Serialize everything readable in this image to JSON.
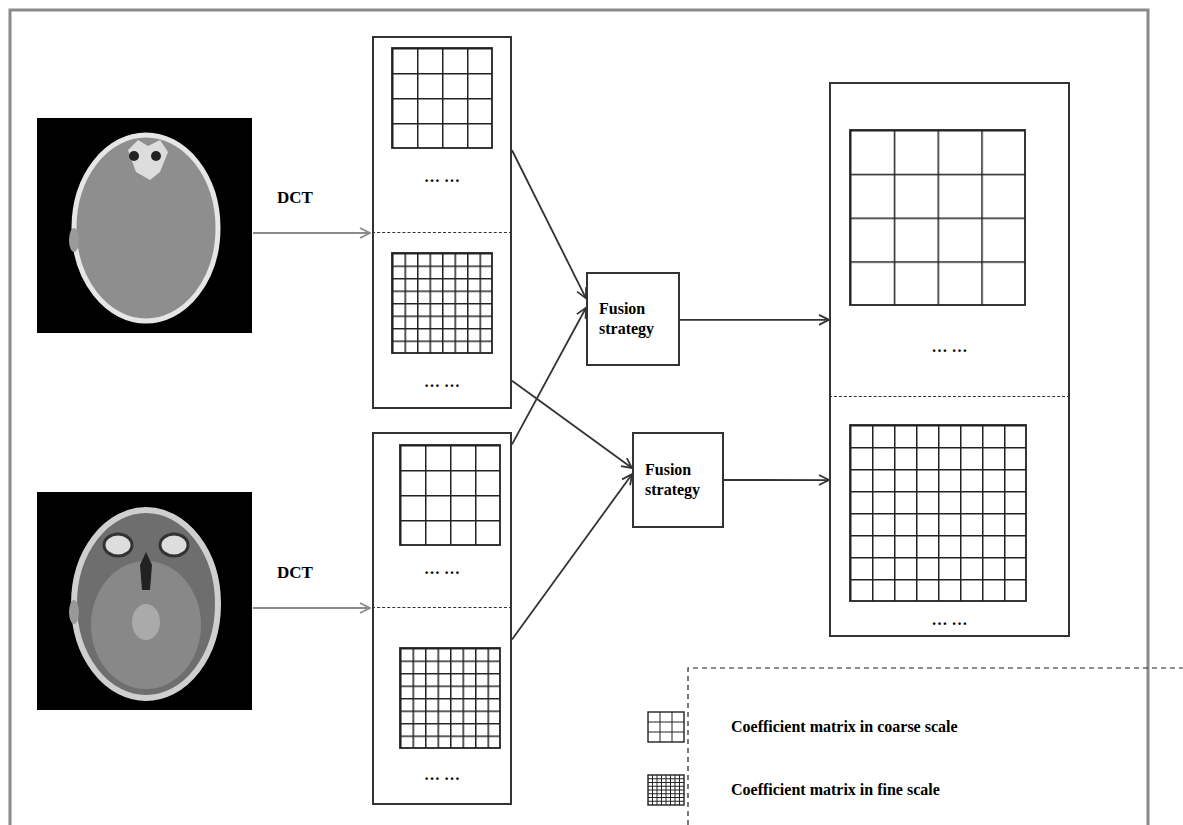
{
  "diagram": {
    "nodes": [
      {
        "text": [
          "… …"
        ]
      },
      {
        "text": [
          "… …"
        ]
      },
      {
        "text": [
          "… …"
        ]
      },
      {
        "text": [
          "… …"
        ]
      },
      {
        "text": [
          "Fusion strategy"
        ]
      },
      {
        "text": [
          "Fusion strategy"
        ]
      },
      {
        "text": [
          "… …"
        ]
      },
      {
        "text": [
          "… …"
        ]
      }
    ],
    "edges": [
      {
        "from": 0,
        "to": 4,
        "arrow": "to"
      },
      {
        "from": 1,
        "to": 5,
        "arrow": "to"
      },
      {
        "from": 2,
        "to": 4,
        "arrow": "to"
      },
      {
        "from": 3,
        "to": 5,
        "arrow": "to"
      },
      {
        "from": 4,
        "to": 6,
        "arrow": "to"
      },
      {
        "from": 5,
        "to": 7,
        "arrow": "to"
      }
    ],
    "labels": [
      "DCT",
      "DCT"
    ],
    "legend": [
      {
        "text": "Coefficient matrix in coarse scale"
      },
      {
        "text": "Coefficient matrix in fine scale"
      }
    ]
  }
}
